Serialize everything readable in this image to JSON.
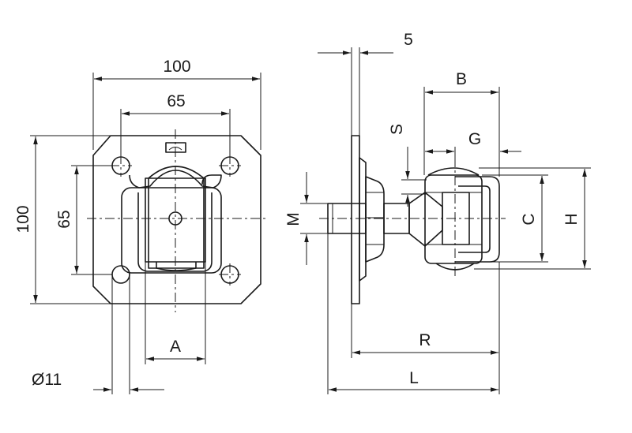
{
  "drawing": {
    "front_view": {
      "overall_width": "100",
      "overall_height": "100",
      "hole_spacing_x": "65",
      "hole_spacing_y": "65",
      "dim_a": "A",
      "hole_diameter": "Ø11"
    },
    "side_view": {
      "plate_thickness": "5",
      "dim_b": "B",
      "dim_s": "S",
      "dim_g": "G",
      "dim_m": "M",
      "dim_c": "C",
      "dim_h": "H",
      "dim_r": "R",
      "dim_l": "L"
    }
  }
}
